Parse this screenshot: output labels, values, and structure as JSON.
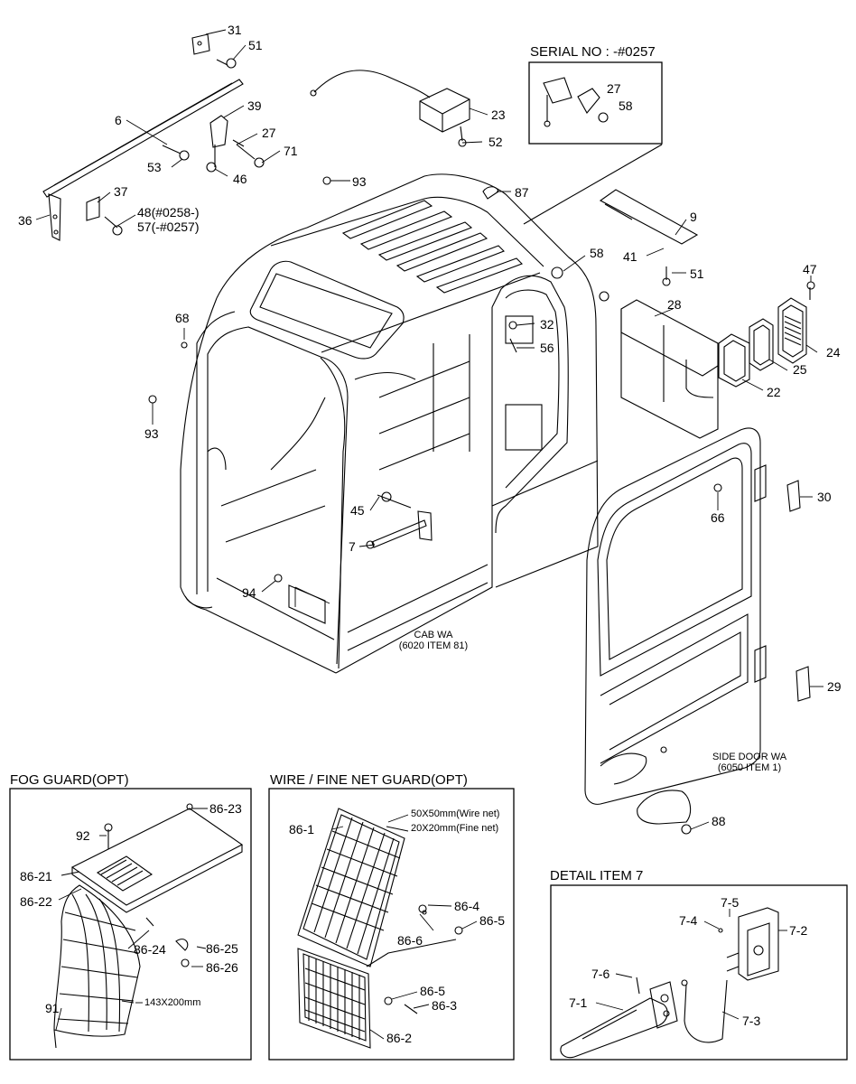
{
  "serial_box": {
    "title": "SERIAL NO : -#0257",
    "labels": {
      "p27": "27",
      "p58": "58"
    }
  },
  "main_labels": {
    "p31": "31",
    "p51a": "51",
    "p6": "6",
    "p39": "39",
    "p27": "27",
    "p71": "71",
    "p53": "53",
    "p46": "46",
    "p23": "23",
    "p52": "52",
    "p37": "37",
    "p48": "48(#0258-)",
    "p57": "57(-#0257)",
    "p36": "36",
    "p93a": "93",
    "p87": "87",
    "p9": "9",
    "p41": "41",
    "p51b": "51",
    "p58": "58",
    "p47": "47",
    "p28": "28",
    "p68": "68",
    "p32": "32",
    "p56": "56",
    "p24": "24",
    "p25": "25",
    "p22": "22",
    "p93b": "93",
    "p30": "30",
    "p66": "66",
    "p45": "45",
    "p7": "7",
    "p94": "94",
    "p29": "29",
    "p88": "88"
  },
  "captions": {
    "cab_line1": "CAB WA",
    "cab_line2": "(6020 ITEM 81)",
    "door_line1": "SIDE DOOR WA",
    "door_line2": "(6050 ITEM 1)"
  },
  "fog_guard": {
    "title": "FOG GUARD(OPT)",
    "labels": {
      "p8623": "86-23",
      "p92": "92",
      "p8621": "86-21",
      "p8622": "86-22",
      "p8624": "86-24",
      "p8625": "86-25",
      "p8626": "86-26",
      "p91": "91",
      "size": "143X200mm"
    }
  },
  "net_guard": {
    "title": "WIRE / FINE NET GUARD(OPT)",
    "labels": {
      "p861": "86-1",
      "wire": "50X50mm(Wire net)",
      "fine": "20X20mm(Fine net)",
      "p864": "86-4",
      "p865a": "86-5",
      "p866": "86-6",
      "p865b": "86-5",
      "p863": "86-3",
      "p862": "86-2"
    }
  },
  "detail7": {
    "title": "DETAIL ITEM 7",
    "labels": {
      "p75": "7-5",
      "p74": "7-4",
      "p72": "7-2",
      "p76": "7-6",
      "p71": "7-1",
      "p73": "7-3"
    }
  }
}
